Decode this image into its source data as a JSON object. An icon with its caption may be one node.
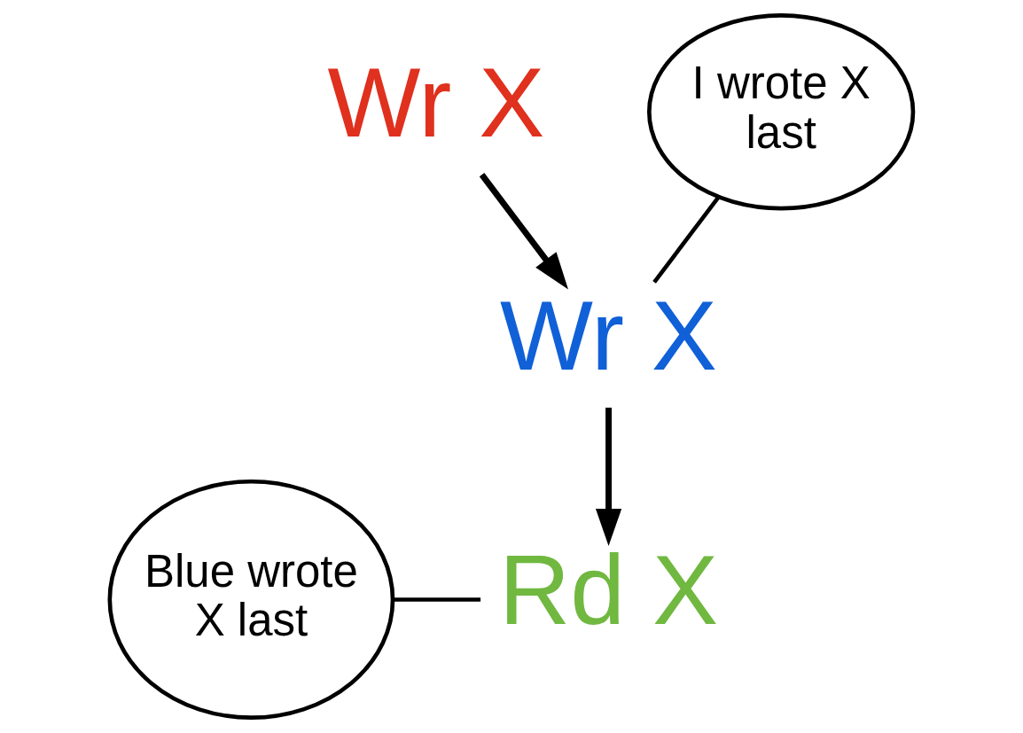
{
  "diagram": {
    "nodes": [
      {
        "text": [
          "Wr X"
        ]
      },
      {
        "text": [
          "Wr X"
        ]
      },
      {
        "text": [
          "Rd X"
        ]
      },
      {
        "text": [
          "I wrote X last"
        ]
      },
      {
        "text": [
          "Blue wrote X last"
        ]
      }
    ],
    "edges": [
      {
        "from": 0,
        "to": 1,
        "arrow": "to"
      },
      {
        "from": 1,
        "to": 2,
        "arrow": "to"
      },
      {
        "from": 3,
        "to": 1,
        "arrow": "none"
      },
      {
        "from": 4,
        "to": 2,
        "arrow": "none"
      }
    ]
  }
}
